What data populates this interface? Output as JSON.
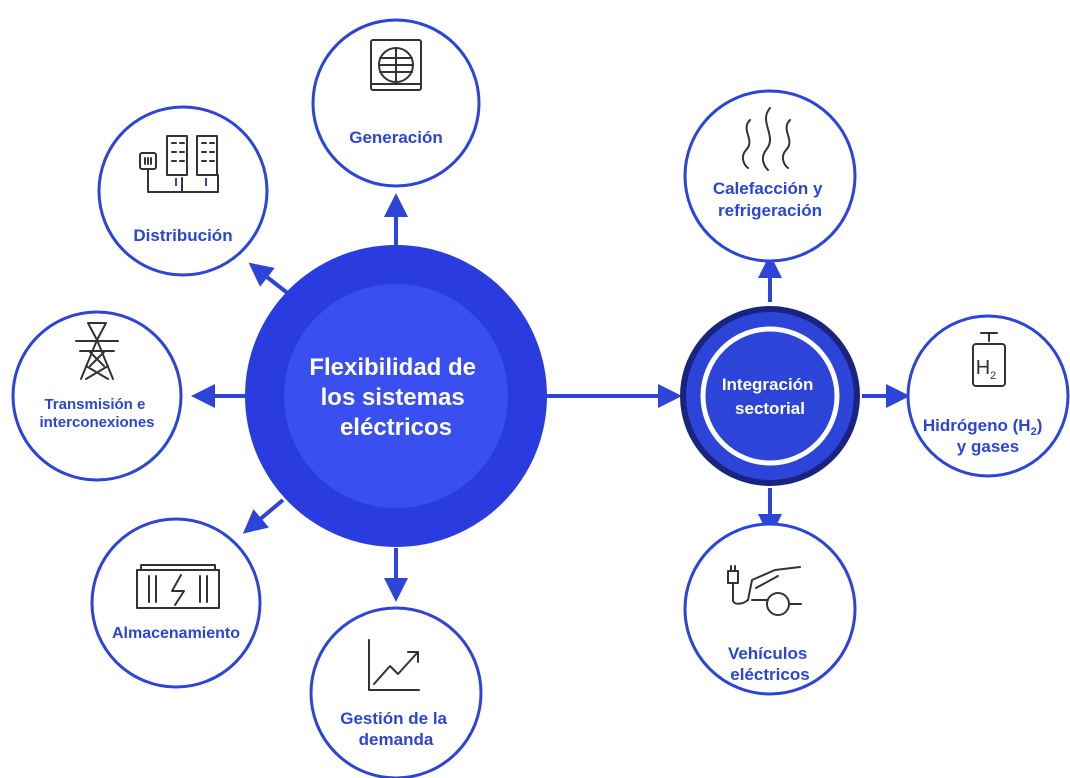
{
  "colors": {
    "primary": "#2c45d8",
    "ring": "#2a3ce0",
    "inner": "#3a4ff0",
    "dark_ring": "#1a237e",
    "icon": "#333333"
  },
  "center": {
    "lines": [
      "Flexibilidad de",
      "los sistemas",
      "eléctricos"
    ]
  },
  "sector_hub": {
    "lines": [
      "Integración",
      "sectorial"
    ]
  },
  "satellites": {
    "generacion": {
      "lines": [
        "Generación"
      ],
      "icon": "solar-panel-icon"
    },
    "distribucion": {
      "lines": [
        "Distribución"
      ],
      "icon": "buildings-distribution-icon"
    },
    "transmision": {
      "lines": [
        "Transmisión e",
        "interconexiones"
      ],
      "icon": "power-tower-icon"
    },
    "almacenamiento": {
      "lines": [
        "Almacenamiento"
      ],
      "icon": "battery-icon"
    },
    "gestion": {
      "lines": [
        "Gestión de la",
        "demanda"
      ],
      "icon": "trend-chart-icon"
    },
    "calefaccion": {
      "lines": [
        "Calefacción y",
        "refrigeración"
      ],
      "icon": "heat-waves-icon"
    },
    "hidrogeno": {
      "lines": [
        "Hidrógeno (H",
        ")"
      ],
      "sub": "2",
      "line2": "y gases",
      "icon_text": "H",
      "icon_sub": "2",
      "icon": "hydrogen-tank-icon"
    },
    "vehiculos": {
      "lines": [
        "Vehículos",
        "eléctricos"
      ],
      "icon": "electric-car-icon"
    }
  }
}
